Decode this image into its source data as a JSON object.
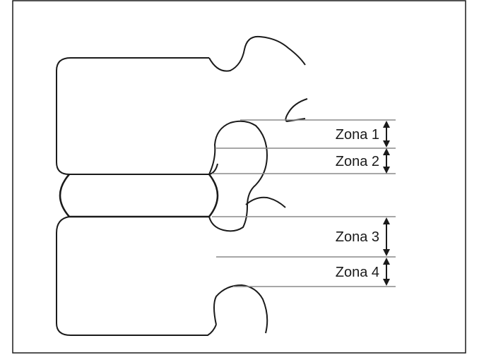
{
  "diagram": {
    "zones": [
      {
        "label": "Zona 1"
      },
      {
        "label": "Zona 2"
      },
      {
        "label": "Zona 3"
      },
      {
        "label": "Zona 4"
      }
    ],
    "colors": {
      "stroke": "#1a1a1a",
      "guide_line": "#8a8a8a",
      "frame": "#1a1a1a",
      "background": "#ffffff"
    }
  }
}
